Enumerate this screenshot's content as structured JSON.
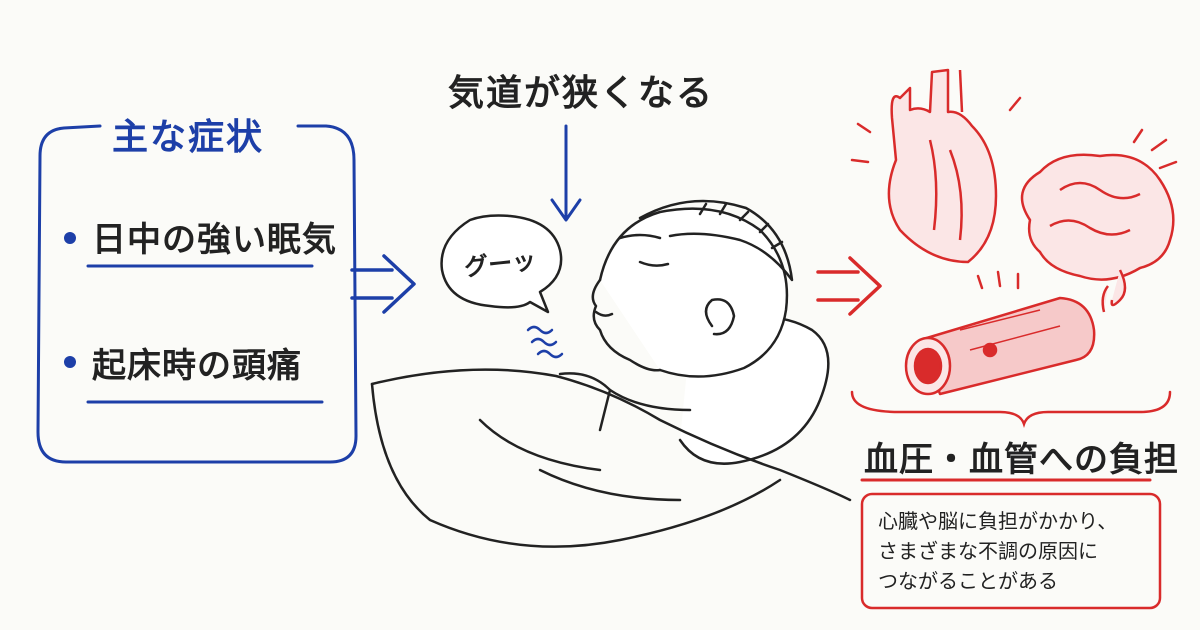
{
  "symptoms": {
    "title": "主な症状",
    "items": [
      "日中の強い眠気",
      "起床時の頭痛"
    ]
  },
  "airway_label": "気道が狭くなる",
  "snore_text": "グーッ",
  "burden": {
    "title": "血圧・血管への負担",
    "note_lines": [
      "心臓や脳に負担がかかり、",
      "さまざまな不調の原因に",
      "つながることがある"
    ]
  },
  "colors": {
    "blue": "#1d3fa8",
    "red": "#d92b2b",
    "ink": "#222222"
  },
  "icons": [
    "heart-icon",
    "brain-icon",
    "blood-vessel-icon",
    "sleeping-man-illustration"
  ]
}
